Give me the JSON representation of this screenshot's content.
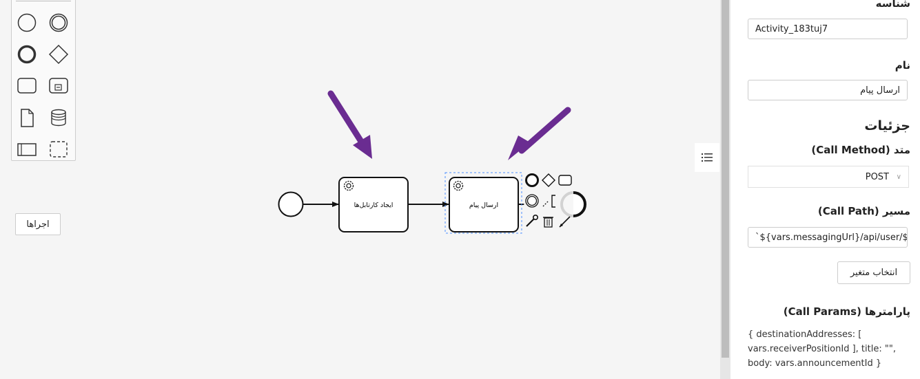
{
  "canvas": {
    "runs_button_label": "اجراها",
    "tasks": [
      {
        "label": "ایجاد کارتابل‌ها"
      },
      {
        "label": "ارسال پیام"
      }
    ]
  },
  "panel": {
    "id_label": "شناسه",
    "id_value": "Activity_183tuj7",
    "name_label": "نام",
    "name_value": "ارسال پیام",
    "details_heading": "جزئیات",
    "method_label": "متد (Call Method)",
    "method_value": "POST",
    "path_label": "مسیر (Call Path)",
    "path_value": "`${vars.messagingUrl}/api/user/${",
    "choose_variable_button": "انتخاب متغیر",
    "params_label": "پارامترها (Call Params)",
    "params_value": "{ destinationAddresses: [ vars.receiverPositionId ], title: \"\", body: vars.announcementId }"
  },
  "colors": {
    "annotation_arrow": "#6a2c91",
    "selection": "#4d90fe"
  }
}
